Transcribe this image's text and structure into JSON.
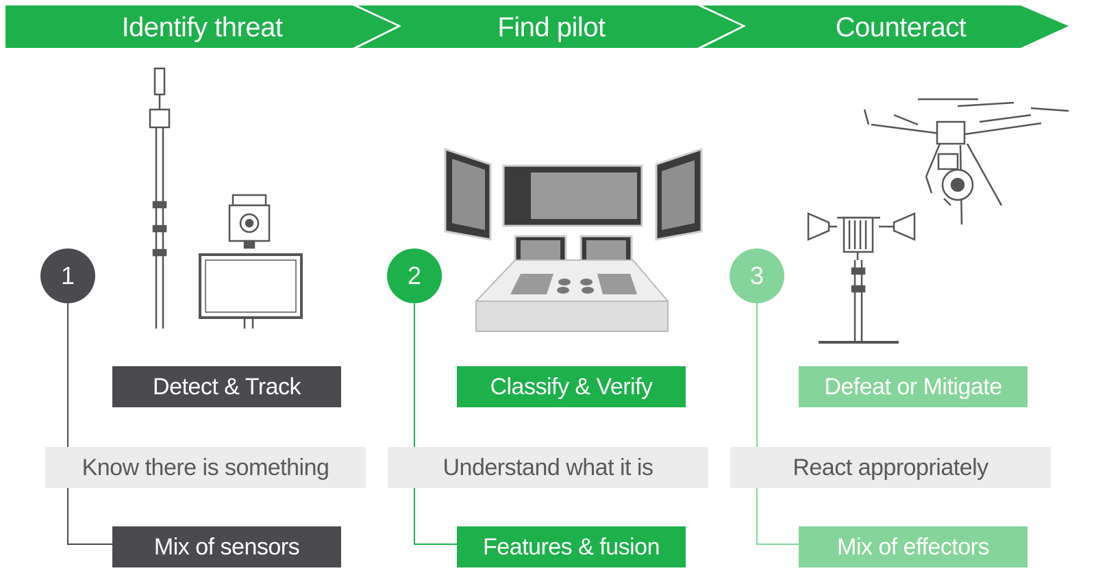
{
  "banner": {
    "color": "#1db04b",
    "stages": [
      {
        "label": "Identify threat"
      },
      {
        "label": "Find pilot"
      },
      {
        "label": "Counteract"
      }
    ]
  },
  "steps": [
    {
      "number": "1",
      "color": "#4a4a4f",
      "title": "Detect & Track",
      "description": "Know there is something",
      "approach": "Mix of sensors",
      "illustration": "sensor-mast-and-camera-monitor"
    },
    {
      "number": "2",
      "color": "#1db04b",
      "title": "Classify & Verify",
      "description": "Understand what it is",
      "approach": "Features & fusion",
      "illustration": "control-console-with-monitors"
    },
    {
      "number": "3",
      "color": "#85d49b",
      "title": "Defeat or Mitigate",
      "description": "React appropriately",
      "approach": "Mix of effectors",
      "illustration": "drone-and-effector-mast"
    }
  ],
  "colors": {
    "description_bg": "#ececec",
    "description_text": "#595959",
    "illustration_stroke": "#555555"
  }
}
